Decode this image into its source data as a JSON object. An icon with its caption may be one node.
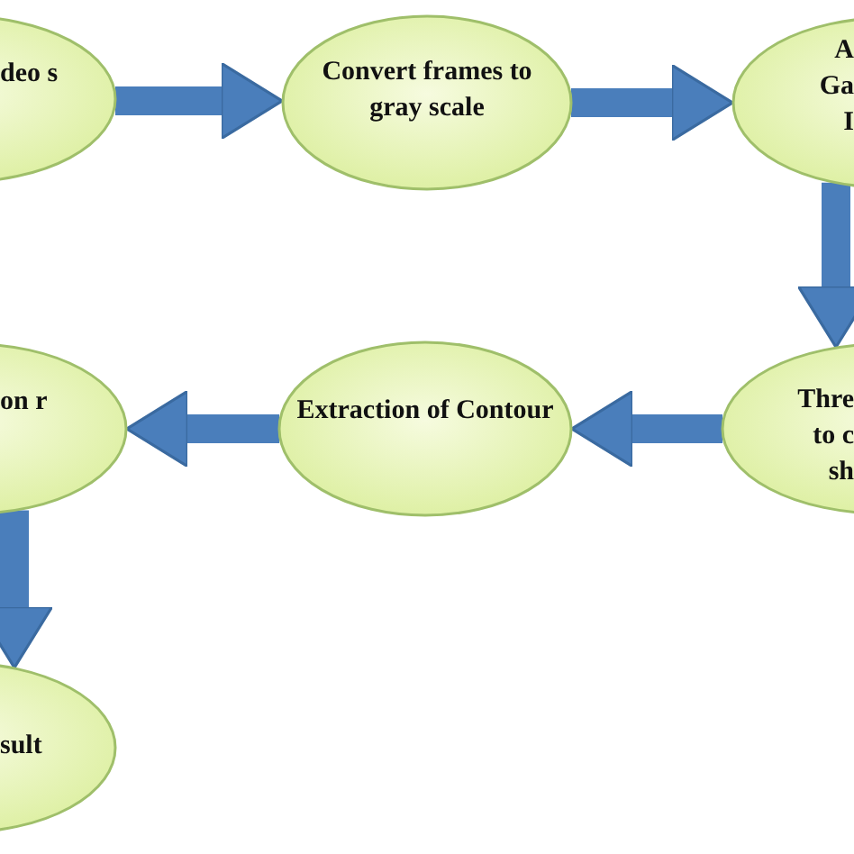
{
  "diagram": {
    "nodes": [
      {
        "text": [
          "deo s"
        ]
      },
      {
        "text": [
          "Convert frames to gray scale"
        ]
      },
      {
        "text": [
          "A Ga I"
        ]
      },
      {
        "text": [
          "Thre to c sh"
        ]
      },
      {
        "text": [
          "Extraction of Contour"
        ]
      },
      {
        "text": [
          "on r"
        ]
      },
      {
        "text": [
          "sult"
        ]
      }
    ],
    "edges": [
      {
        "from": 0,
        "to": 1,
        "arrow": "to"
      },
      {
        "from": 1,
        "to": 2,
        "arrow": "to"
      },
      {
        "from": 2,
        "to": 3,
        "arrow": "to"
      },
      {
        "from": 3,
        "to": 4,
        "arrow": "to"
      },
      {
        "from": 4,
        "to": 5,
        "arrow": "to"
      },
      {
        "from": 5,
        "to": 6,
        "arrow": "to"
      }
    ]
  }
}
